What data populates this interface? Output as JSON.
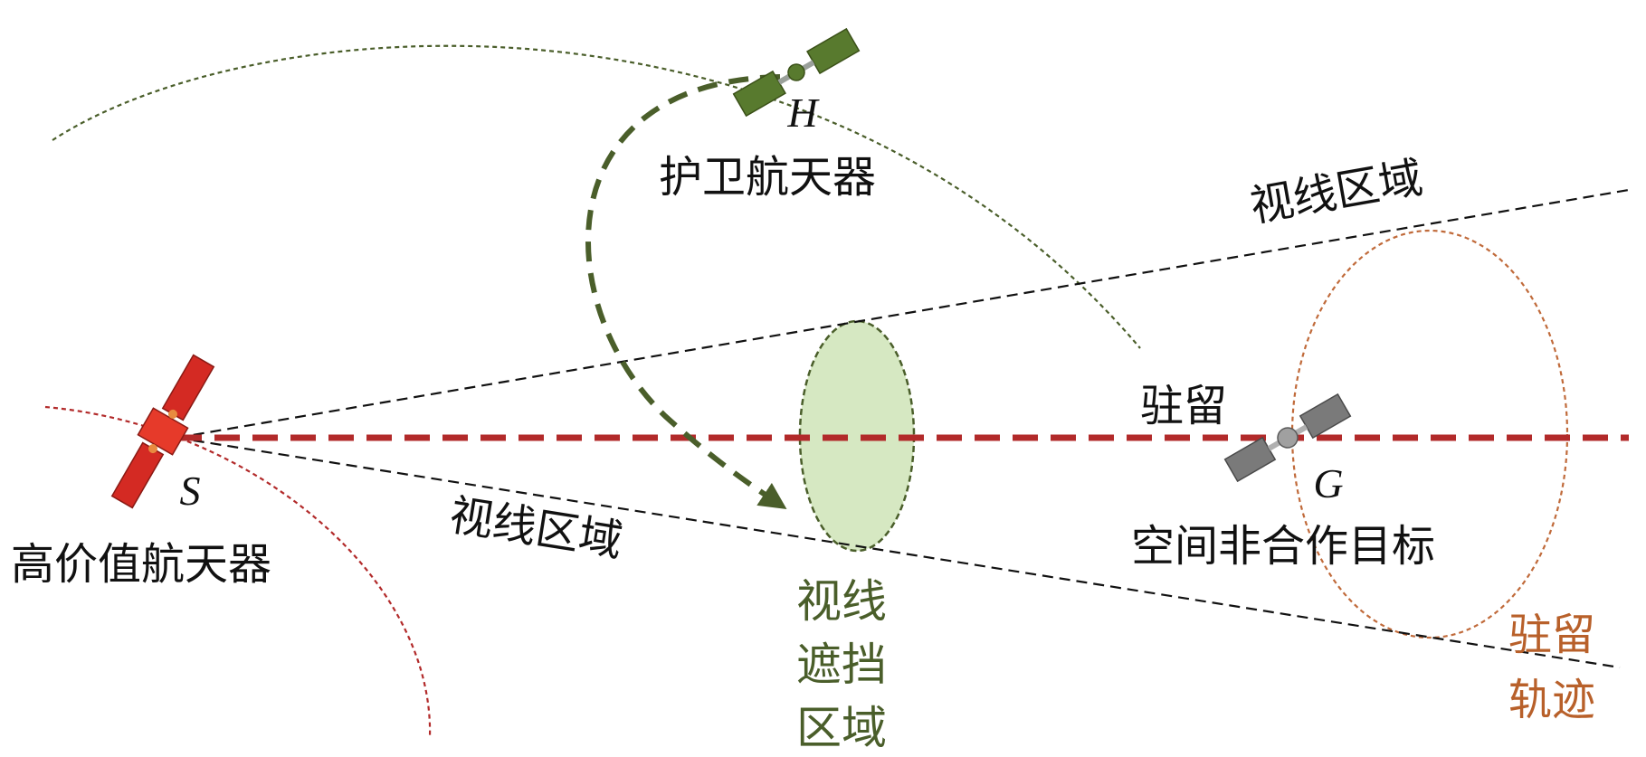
{
  "labels": {
    "s_letter": "S",
    "s_name": "高价值航天器",
    "h_letter": "H",
    "h_name": "护卫航天器",
    "g_letter": "G",
    "g_name": "空间非合作目标",
    "los_upper": "视线区域",
    "los_lower": "视线区域",
    "hover": "驻留",
    "occlusion_line1": "视线",
    "occlusion_line2": "遮挡",
    "occlusion_line3": "区域",
    "hover_traj_line1": "驻留",
    "hover_traj_line2": "轨迹"
  },
  "colors": {
    "text": "#111111",
    "s_spacecraft": "#d42a23",
    "s_orbit": "#b22a2a",
    "los_axis": "#b22a2a",
    "h_spacecraft": "#587a2e",
    "h_orbit": "#4a5e2a",
    "h_trajectory": "#4a5e2a",
    "occlusion_fill": "#d6e8c2",
    "occlusion_stroke": "#4a5e2a",
    "occlusion_text": "#4a5e2a",
    "g_spacecraft": "#7a7a7a",
    "hover_orbit": "#c06a3a",
    "hover_traj_text": "#b8602a",
    "los_lines": "#111111"
  }
}
